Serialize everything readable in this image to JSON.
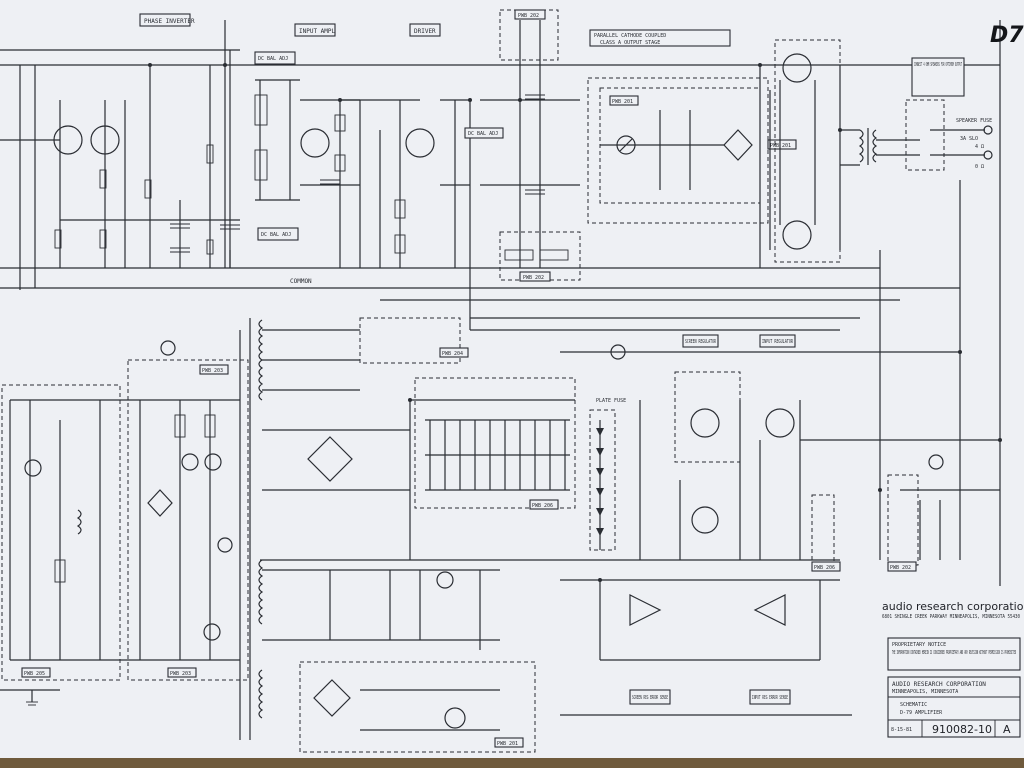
{
  "sheet_corner_mark": "D7",
  "section_labels": {
    "phase_inverter": "PHASE INVERTER",
    "input_amp": "INPUT AMPL",
    "driver": "DRIVER",
    "cathode_coupled": "PARALLEL CATHODE COUPLED",
    "class_a": "CLASS A OUTPUT STAGE",
    "screen_regulator": "SCREEN REGULATOR",
    "input_regulator": "INPUT REGULATOR",
    "common": "COMMON",
    "screen_reg_error_sense": "SCREEN REG ERROR SENSE",
    "input_reg_error_sense": "INPUT REG ERROR SENSE",
    "dc_bal_adj": "DC BAL ADJ",
    "speaker_fuse": "SPEAKER FUSE",
    "plate_fuse": "PLATE FUSE"
  },
  "board_tags": [
    "PWB 202",
    "PWB 202",
    "PWB 201",
    "PWB 201",
    "PWB 205",
    "PWB 203",
    "PWB 203",
    "PWB 204",
    "PWB 206",
    "PWB 206",
    "PWB 202",
    "PWB 201"
  ],
  "notes": {
    "output_note": "CONNECT 4 OHM SPEAKERS FOR OPTIMUM OUTPUT",
    "proprietary_title": "PROPRIETARY NOTICE",
    "proprietary_body": "THE INFORMATION CONTAINED HEREIN IS CONSIDERED PROPRIETARY AND ANY REVISION WITHOUT PERMISSION IS PROHIBITED"
  },
  "title_block": {
    "company_header": "audio research corporation",
    "address": "6801 SHINGLE CREEK PARKWAY MINNEAPOLIS, MINNESOTA 55430",
    "company_box": "AUDIO RESEARCH CORPORATION",
    "company_box_city": "MINNEAPOLIS, MINNESOTA",
    "title": "SCHEMATIC",
    "subtitle": "D-79 AMPLIFIER",
    "drawing_number": "910082-10",
    "revision": "A",
    "date": "8-15-81"
  },
  "output_terminals": [
    "SPEAKER FUSE",
    "3A SLO",
    "4 Ω",
    "0 Ω"
  ]
}
